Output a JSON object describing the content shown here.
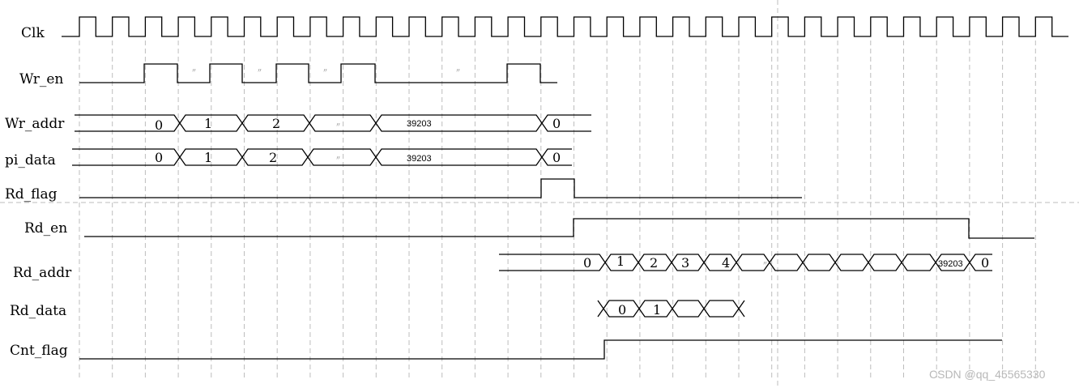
{
  "signals": {
    "clk": "Clk",
    "wr_en": "Wr_en",
    "wr_addr": "Wr_addr",
    "pi_data": "pi_data",
    "rd_flag": "Rd_flag",
    "rd_en": "Rd_en",
    "rd_addr": "Rd_addr",
    "rd_data": "Rd_data",
    "cnt_flag": "Cnt_flag"
  },
  "values": {
    "wr_addr": [
      "0",
      "1",
      "2",
      "39203",
      "0"
    ],
    "pi_data": [
      "0",
      "1",
      "2",
      "39203",
      "0"
    ],
    "rd_addr": [
      "0",
      "1",
      "2",
      "3",
      "4",
      "39203",
      "0"
    ],
    "rd_data": [
      "0",
      "1"
    ]
  },
  "ellipsis": "〃",
  "watermark": "CSDN @qq_45565330",
  "colors": {
    "wave": "#000000",
    "grid": "#bdbdbd",
    "watermark": "#b8b8b8"
  }
}
